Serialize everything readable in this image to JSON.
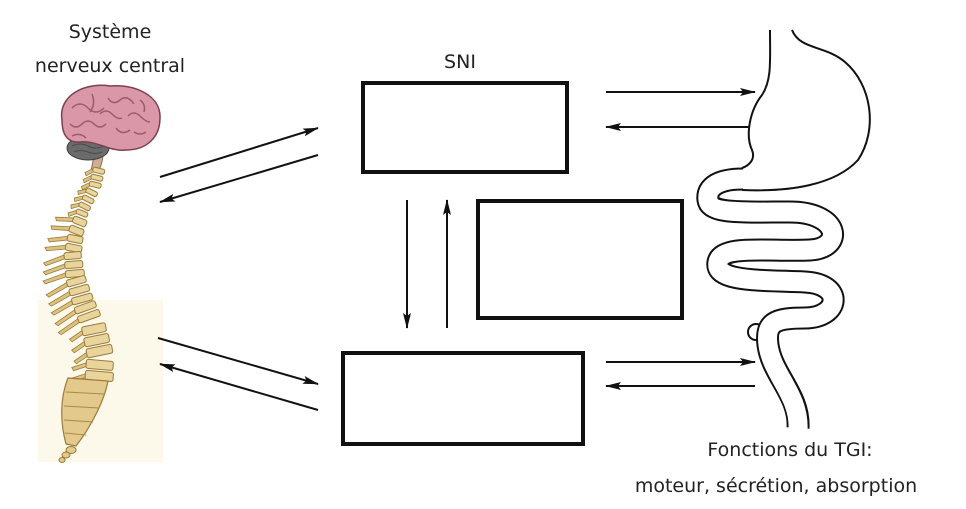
{
  "cns": {
    "line1": "Système",
    "line2": "nerveux central"
  },
  "sni": {
    "label": "SNI"
  },
  "tgi": {
    "line1": "Fonctions du TGI:",
    "line2": "moteur, sécrétion, absorption"
  },
  "icons": {
    "brain": "brain-icon",
    "spine": "spine-icon",
    "digestive_tract": "digestive-tract-icon",
    "arrow": "arrow-icon"
  },
  "colors": {
    "line": "#111111",
    "brain": "#d997a7",
    "cerebellum": "#6b6b6b",
    "bone": "#e9d49c",
    "bone_outline": "#9b7b3a",
    "spine_background": "#fcf8ea"
  }
}
